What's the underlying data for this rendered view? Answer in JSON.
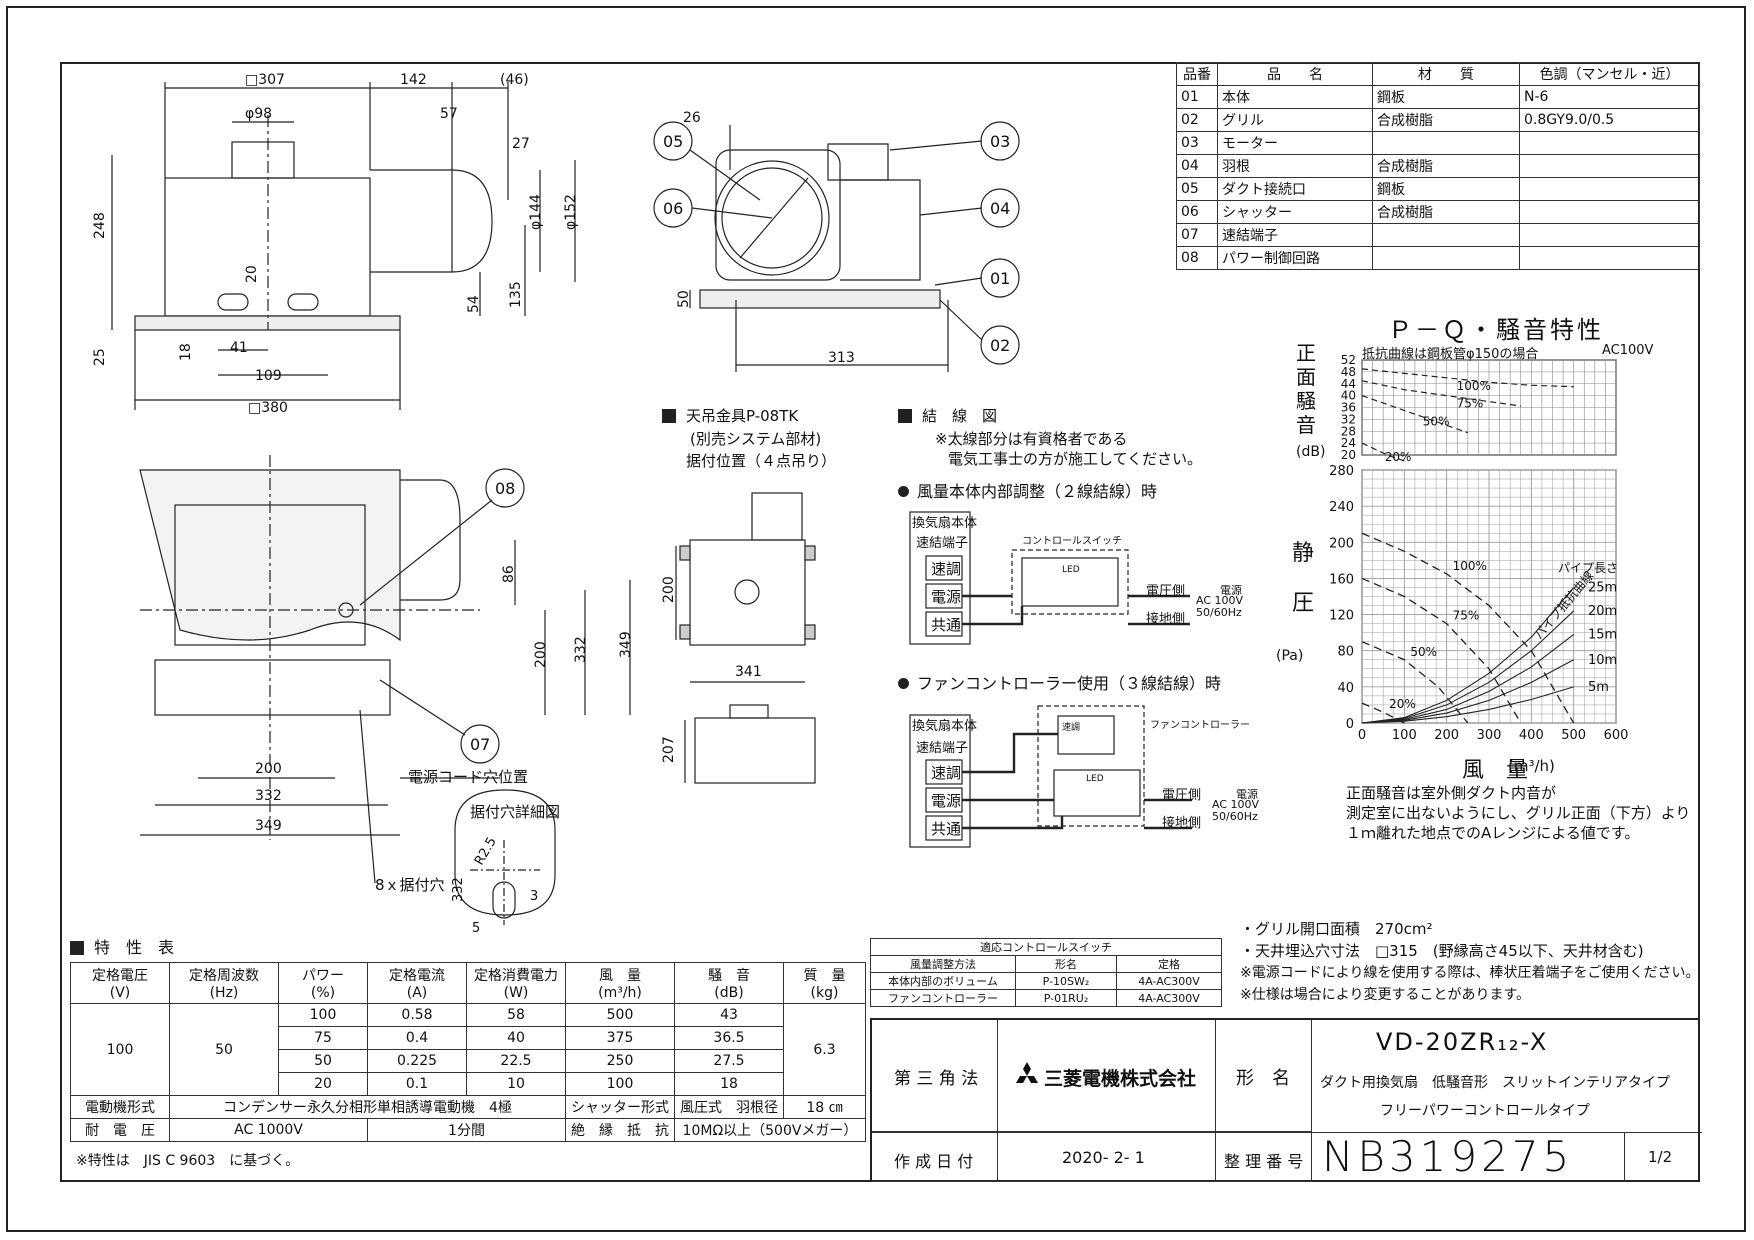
{
  "drawing": {
    "dims_top_view": [
      "□307",
      "142",
      "(46)",
      "φ98",
      "57",
      "27",
      "248",
      "φ144",
      "φ152",
      "20",
      "54",
      "135",
      "25",
      "18",
      "41",
      "109",
      "□380"
    ],
    "dims_front_view": [
      "26",
      "50",
      "313"
    ],
    "part_callouts": [
      "05",
      "06",
      "03",
      "04",
      "01",
      "02",
      "08",
      "07"
    ],
    "dims_bottom_view": [
      "86",
      "200",
      "332",
      "349",
      "200",
      "332",
      "349"
    ],
    "bottom_notes": {
      "cord_hole": "電源コード穴位置",
      "mount_holes": "8ｘ据付穴"
    },
    "detail": {
      "title": "据付穴詳細図",
      "dims": [
        "R2.5",
        "332",
        "3",
        "5"
      ]
    },
    "hanger": {
      "title": "天吊金具P-08TK",
      "sub1": "(別売システム部材)",
      "sub2": "据付位置（４点吊り）",
      "dims": [
        "200",
        "341",
        "207"
      ]
    }
  },
  "parts_table": {
    "headers": [
      "品番",
      "品　　名",
      "材　　質",
      "色調（マンセル・近）"
    ],
    "rows": [
      [
        "01",
        "本体",
        "鋼板",
        "N-6"
      ],
      [
        "02",
        "グリル",
        "合成樹脂",
        "0.8GY9.0/0.5"
      ],
      [
        "03",
        "モーター",
        "",
        ""
      ],
      [
        "04",
        "羽根",
        "合成樹脂",
        ""
      ],
      [
        "05",
        "ダクト接続口",
        "鋼板",
        ""
      ],
      [
        "06",
        "シャッター",
        "合成樹脂",
        ""
      ],
      [
        "07",
        "速結端子",
        "",
        ""
      ],
      [
        "08",
        "パワー制御回路",
        "",
        ""
      ]
    ]
  },
  "wiring": {
    "title": "結　線　図",
    "note1": "※太線部分は有資格者である",
    "note2": "電気工事士の方が施工してください。",
    "case1": {
      "heading": "風量本体内部調整（２線結線）時",
      "body_label": "換気扇本体",
      "terminal_label": "速結端子",
      "terminals": [
        "速調",
        "電源",
        "共通"
      ],
      "switch_label": "コントロールスイッチ",
      "led": "LED",
      "voltage_side": "電圧側",
      "ground_side": "接地側",
      "supply": [
        "電源",
        "AC 100V",
        "50/60Hz"
      ]
    },
    "case2": {
      "heading": "ファンコントローラー使用（３線結線）時",
      "body_label": "換気扇本体",
      "terminal_label": "速結端子",
      "terminals": [
        "速調",
        "電源",
        "共通"
      ],
      "controller_label": "ファンコントローラー",
      "speed_label": "速調",
      "led": "LED",
      "voltage_side": "電圧側",
      "ground_side": "接地側",
      "supply": [
        "電源",
        "AC 100V",
        "50/60Hz"
      ]
    }
  },
  "chart_data": {
    "type": "line",
    "title": "Ｐ－Ｑ・騒音特性",
    "noise_panel": {
      "ylabel": [
        "正",
        "面",
        "騒",
        "音",
        "(dB)"
      ],
      "subtitle": "抵抗曲線は鋼板管φ150の場合",
      "supply": "AC100V",
      "yticks": [
        "52",
        "48",
        "44",
        "40",
        "36",
        "32",
        "28",
        "24",
        "20"
      ],
      "ylim": [
        20,
        52
      ],
      "series": [
        {
          "name": "100%",
          "x": [
            0,
            100,
            200,
            300,
            400,
            500
          ],
          "y": [
            49,
            47.5,
            46,
            44.5,
            43.5,
            43
          ]
        },
        {
          "name": "75%",
          "x": [
            0,
            100,
            200,
            300,
            375
          ],
          "y": [
            45,
            42,
            40,
            38,
            36.5
          ]
        },
        {
          "name": "50%",
          "x": [
            0,
            60,
            120,
            180,
            250
          ],
          "y": [
            40,
            37,
            34,
            31,
            27.5
          ]
        },
        {
          "name": "20%",
          "x": [
            0,
            30,
            60,
            100
          ],
          "y": [
            24,
            22,
            20,
            18
          ]
        }
      ]
    },
    "pq_panel": {
      "ylabel": [
        "静",
        "圧",
        "(Pa)"
      ],
      "xlabel": "風　量",
      "xunit": "(m³/h)",
      "xticks": [
        "0",
        "100",
        "200",
        "300",
        "400",
        "500",
        "600"
      ],
      "yticks": [
        "280",
        "240",
        "200",
        "160",
        "120",
        "80",
        "40",
        "0"
      ],
      "xlim": [
        0,
        600
      ],
      "ylim": [
        0,
        280
      ],
      "fan_curves": [
        {
          "name": "100%",
          "x": [
            0,
            100,
            200,
            300,
            400,
            500
          ],
          "y": [
            210,
            190,
            165,
            130,
            80,
            0
          ]
        },
        {
          "name": "75%",
          "x": [
            0,
            100,
            200,
            300,
            375
          ],
          "y": [
            160,
            140,
            110,
            60,
            0
          ]
        },
        {
          "name": "50%",
          "x": [
            0,
            100,
            180,
            250
          ],
          "y": [
            90,
            70,
            40,
            0
          ]
        },
        {
          "name": "20%",
          "x": [
            0,
            50,
            100
          ],
          "y": [
            22,
            12,
            0
          ]
        }
      ],
      "resistance_label": "パイプ抵抗曲線",
      "pipe_length_label": "パイプ長さ",
      "resistance_curves": [
        {
          "name": "25m",
          "x": [
            0,
            100,
            200,
            300,
            400,
            500
          ],
          "y": [
            0,
            6,
            25,
            55,
            95,
            150
          ]
        },
        {
          "name": "20m",
          "x": [
            0,
            100,
            200,
            300,
            400,
            500
          ],
          "y": [
            0,
            5,
            20,
            45,
            80,
            124
          ]
        },
        {
          "name": "15m",
          "x": [
            0,
            100,
            200,
            300,
            400,
            500
          ],
          "y": [
            0,
            4,
            15,
            35,
            62,
            98
          ]
        },
        {
          "name": "10m",
          "x": [
            0,
            100,
            200,
            300,
            400,
            500
          ],
          "y": [
            0,
            3,
            11,
            25,
            45,
            70
          ]
        },
        {
          "name": "5m",
          "x": [
            0,
            100,
            200,
            300,
            400,
            500
          ],
          "y": [
            0,
            2,
            7,
            15,
            26,
            40
          ]
        }
      ]
    },
    "footnote": [
      "正面騒音は室外側ダクト内音が",
      "測定室に出ないようにし、グリル正面（下方）より",
      "１ｍ離れた地点でのAレンジによる値です。"
    ]
  },
  "spec_table": {
    "title": "特　性　表",
    "headers": [
      [
        "定格電圧",
        "(V)"
      ],
      [
        "定格周波数",
        "(Hz)"
      ],
      [
        "パワー",
        "(%)"
      ],
      [
        "定格電流",
        "(A)"
      ],
      [
        "定格消費電力",
        "(W)"
      ],
      [
        "風　量",
        "(m³/h)"
      ],
      [
        "騒　音",
        "(dB)"
      ],
      [
        "質　量",
        "(kg)"
      ]
    ],
    "voltage": "100",
    "frequency": "50",
    "mass": "6.3",
    "rows": [
      [
        "100",
        "0.58",
        "58",
        "500",
        "43"
      ],
      [
        "75",
        "0.4",
        "40",
        "375",
        "36.5"
      ],
      [
        "50",
        "0.225",
        "22.5",
        "250",
        "27.5"
      ],
      [
        "20",
        "0.1",
        "10",
        "100",
        "18"
      ]
    ],
    "motor_label": "電動機形式",
    "motor_value": "コンデンサー永久分相形単相誘導電動機　4極",
    "shutter_label": "シャッター形式",
    "shutter_value": "風圧式",
    "blade_label": "羽根径",
    "blade_value": "18 ㎝",
    "withstand_label": "耐　電　圧",
    "withstand_value": "AC 1000V",
    "withstand_time": "1分間",
    "insulation_label": "絶　縁　抵　抗",
    "insulation_value": "10MΩ以上（500Vメガー）",
    "footnote": "※特性は　JIS C 9603　に基づく。"
  },
  "control_table": {
    "title": "適応コントロールスイッチ",
    "headers": [
      "風量調整方法",
      "形名",
      "定格"
    ],
    "rows": [
      [
        "本体内部のボリューム",
        "P-10SW₂",
        "4A-AC300V"
      ],
      [
        "ファンコントローラー",
        "P-01RU₂",
        "4A-AC300V"
      ]
    ]
  },
  "notes": [
    "・グリル開口面積　270cm²",
    "・天井埋込穴寸法　□315　(野縁高さ45以下、天井材含む)",
    "※電源コードにより線を使用する際は、棒状圧着端子をご使用ください。",
    "※仕様は場合により変更することがあります。"
  ],
  "title_block": {
    "projection": "第 三 角 法",
    "company": "三菱電機株式会社",
    "model_label": "形　名",
    "model": "VD-20ZR₁₂-X",
    "desc1": "ダクト用換気扇　低騒音形　スリットインテリアタイプ",
    "desc2": "フリーパワーコントロールタイプ",
    "date_label": "作 成 日 付",
    "date": "2020- 2- 1",
    "number_label": "整 理 番 号",
    "number": "NB319275",
    "page": "1/2"
  }
}
